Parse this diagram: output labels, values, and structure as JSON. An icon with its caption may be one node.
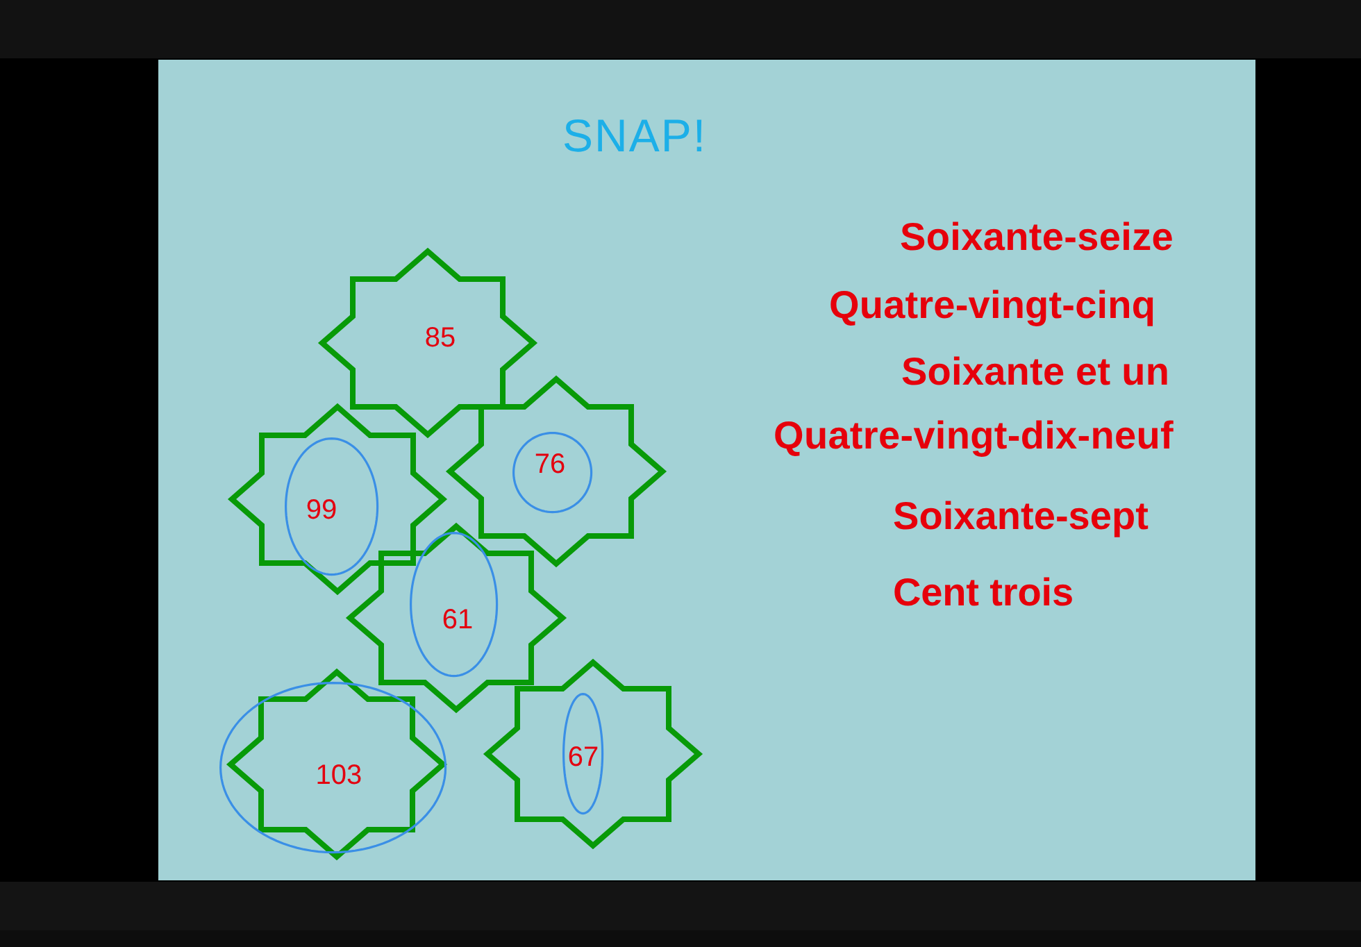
{
  "diagram": {
    "title": "SNAP!",
    "nodes": [
      {
        "text": [
          "85"
        ]
      },
      {
        "text": [],
        "shape": "star"
      },
      {
        "text": [
          "99"
        ],
        "in": 1
      },
      {
        "text": [],
        "shape": "star"
      },
      {
        "text": [
          "76"
        ],
        "in": 3
      },
      {
        "text": [],
        "shape": "star"
      },
      {
        "text": [
          "61"
        ],
        "in": 5
      },
      {
        "text": [],
        "shape": "star"
      },
      {
        "text": [
          "103"
        ]
      },
      {
        "text": [],
        "shape": "star"
      },
      {
        "text": [
          "67"
        ],
        "in": 9
      }
    ],
    "labels": [
      "Soixante-seize",
      "Quatre-vingt-cinq",
      "Soixante et un",
      "Quatre-vingt-dix-neuf",
      "Soixante-sept",
      "Cent trois"
    ]
  }
}
